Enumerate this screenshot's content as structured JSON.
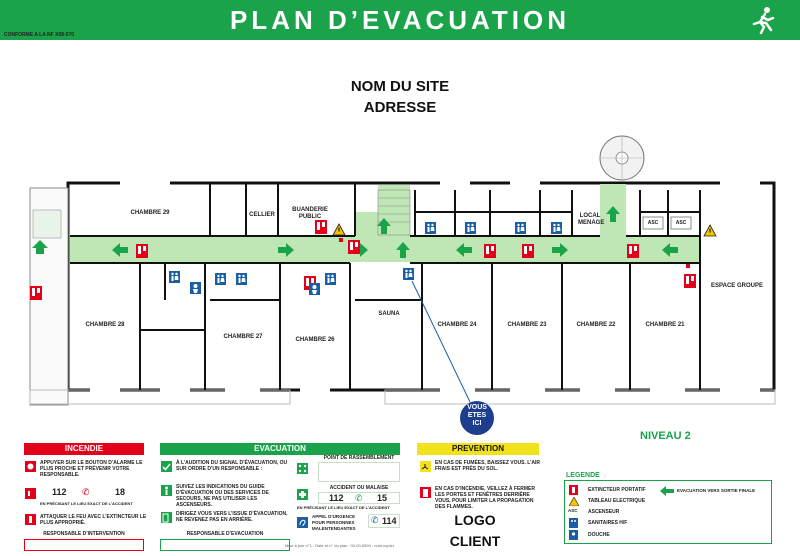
{
  "header": {
    "title": "PLAN D’EVACUATION",
    "norm": "CONFORME A LA NF X08-070",
    "color_green": "#1aa34a"
  },
  "site": {
    "name": "NOM DU SITE",
    "address": "ADRESSE"
  },
  "rooms": {
    "chambre29": "CHAMBRE 29",
    "cellier": "CELLIER",
    "buanderie": "BUANDERIE PUBLIC",
    "local_menage": "LOCAL MENAGE",
    "asc": "ASC",
    "chambre28": "CHAMBRE 28",
    "chambre27": "CHAMBRE 27",
    "chambre26": "CHAMBRE 26",
    "sauna": "SAUNA",
    "chambre24": "CHAMBRE 24",
    "chambre23": "CHAMBRE 23",
    "chambre22": "CHAMBRE 22",
    "chambre21": "CHAMBRE 21",
    "espace_groupe": "ESPACE GROUPE"
  },
  "vous_etes_ici": {
    "line1": "VOUS",
    "line2": "ETES",
    "line3": "ICI"
  },
  "niveau": "NIVEAU 2",
  "incendie": {
    "title": "INCENDIE",
    "color": "#e3001b",
    "item1": "APPUYER SUR LE BOUTON D’ALARME LE PLUS PROCHE ET PRÉVENIR VOTRE RESPONSABLE.",
    "num1": "112",
    "num2": "18",
    "precision": "EN PRÉCISANT LE LIEU EXACT DE L’ACCIDENT",
    "item3": "ATTAQUER LE FEU AVEC L’EXTINCTEUR LE PLUS APPROPRIÉ.",
    "responsable": "RESPONSABLE D’INTERVENTION"
  },
  "evacuation": {
    "title": "EVACUATION",
    "item1": "À L’AUDITION DU SIGNAL D’ÉVACUATION, OU SUR ORDRE D’UN RESPONSABLE :",
    "item2": "SUIVEZ LES INDICATIONS DU GUIDE D’ÉVACUATION OU DES SERVICES DE SECOURS, NE PAS UTILISER LES ASCENSEURS.",
    "item3": "DIRIGEZ VOUS VERS L’ISSUE D’ÉVACUATION, NE REVENEZ PAS EN ARRIÈRE.",
    "responsable": "RESPONSABLE D’EVACUATION",
    "rassemblement": "POINT DE RASSEMBLEMENT",
    "accident": "ACCIDENT OU MALAISE",
    "num1": "112",
    "num2": "15",
    "precision": "EN PRÉCISANT LE LIEU EXACT DE L’ACCIDENT",
    "appel": "APPEL D’URGENCE POUR PERSONNES MALENTENDANTES",
    "num3": "114"
  },
  "prevention": {
    "title": "PREVENTION",
    "color": "#f2e21b",
    "item1": "EN CAS DE FUMÉES, BAISSEZ VOUS. L’AIR FRAIS EST PRÈS DU SOL.",
    "item2": "EN CAS D’INCENDIE, VEILLEZ À FERMER LES PORTES ET FENÊTRES DERRIÈRE VOUS, POUR LIMITER LA PROPAGATION DES FLAMMES."
  },
  "logo": {
    "line1": "LOGO",
    "line2": "CLIENT"
  },
  "footer": "Mise à jour n°1 - Date et n° du plan : 00.00.0000 - num.copier",
  "legend": {
    "title": "LEGENDE",
    "extincteur": "EXTINCTEUR PORTATIF",
    "tableau": "TABLEAU ELECTRIQUE",
    "ascenseur": "ASCENSEUR",
    "ascenseur_icon": "ASC",
    "sanitaires": "SANITAIRES H/F",
    "douche": "DOUCHE",
    "evac_direction": "EVACUATION VERS SORTIE FINALE"
  }
}
